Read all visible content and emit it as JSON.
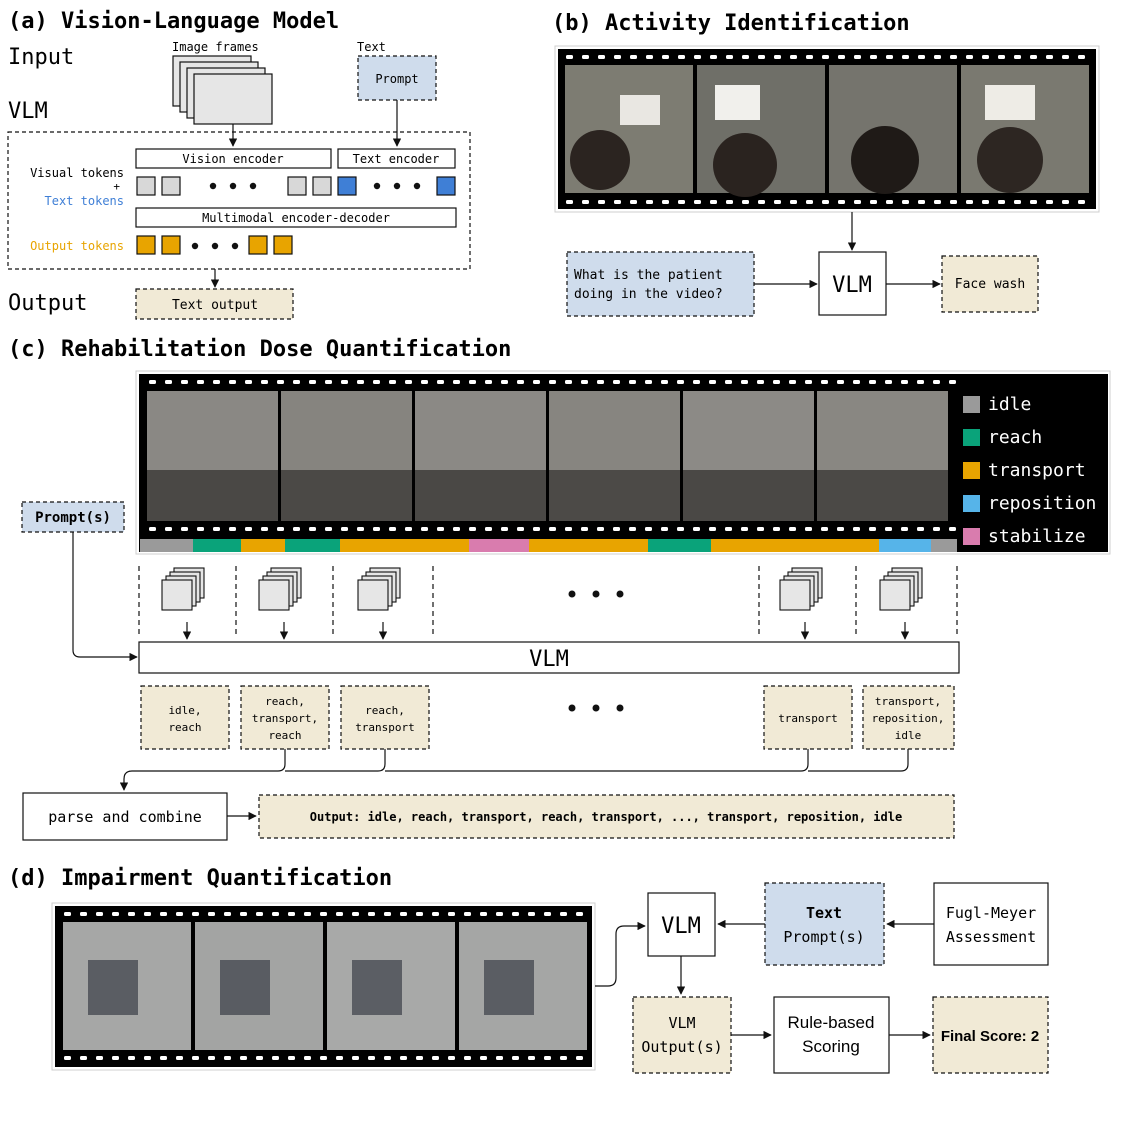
{
  "colors": {
    "prompt_fill": "#cfdcec",
    "output_fill": "#f1ead6",
    "visual_token": "#d8d8d8",
    "text_token": "#3f7fd6",
    "output_token": "#e8a400",
    "idle": "#9a9a9a",
    "reach": "#0aa37a",
    "transport": "#e8a400",
    "reposition": "#56b4e9",
    "stabilize": "#d97cae"
  },
  "panel_a": {
    "title": "(a) Vision-Language Model",
    "input_label": "Input",
    "vlm_label": "VLM",
    "output_label": "Output",
    "image_frames_label": "Image frames",
    "text_label": "Text",
    "prompt_box": "Prompt",
    "vision_encoder": "Vision encoder",
    "text_encoder": "Text encoder",
    "visual_tokens": "Visual tokens",
    "plus": "+",
    "text_tokens": "Text tokens",
    "multimodal": "Multimodal encoder-decoder",
    "output_tokens": "Output tokens",
    "text_output": "Text output"
  },
  "panel_b": {
    "title": "(b) Activity Identification",
    "question_line1": "What is the patient",
    "question_line2": "doing in the video?",
    "vlm": "VLM",
    "answer": "Face wash"
  },
  "panel_c": {
    "title": "(c) Rehabilitation Dose Quantification",
    "prompts": "Prompt(s)",
    "legend": [
      "idle",
      "reach",
      "transport",
      "reposition",
      "stabilize"
    ],
    "vlm": "VLM",
    "ellipsis": "• • •",
    "out1_l1": "idle,",
    "out1_l2": "reach",
    "out2_l1": "reach,",
    "out2_l2": "transport,",
    "out2_l3": "reach",
    "out3_l1": "reach,",
    "out3_l2": "transport",
    "out4_l1": "transport",
    "out5_l1": "transport,",
    "out5_l2": "reposition,",
    "out5_l3": "idle",
    "parse": "parse and combine",
    "final_output": "Output: idle, reach, transport, reach, transport, ..., transport, reposition, idle"
  },
  "panel_d": {
    "title": "(d) Impairment Quantification",
    "vlm": "VLM",
    "text_prompts_l1": "Text",
    "text_prompts_l2": "Prompt(s)",
    "fma_l1": "Fugl-Meyer",
    "fma_l2": "Assessment",
    "vlm_out_l1": "VLM",
    "vlm_out_l2": "Output(s)",
    "rule_l1": "Rule-based",
    "rule_l2": "Scoring",
    "final_score": "Final Score: 2"
  }
}
